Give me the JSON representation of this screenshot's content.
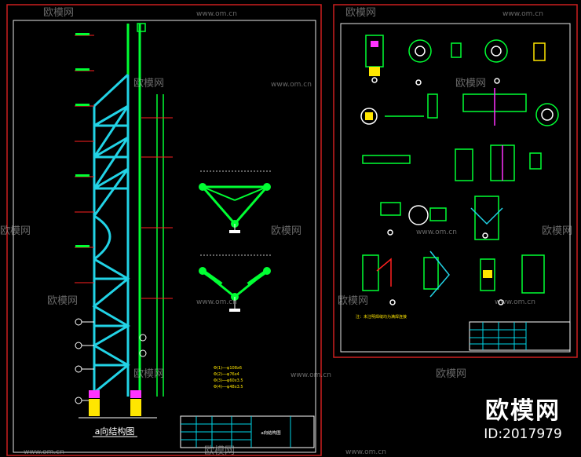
{
  "watermark": {
    "brand": "欧模网",
    "url": "www.om.cn",
    "id_text": "ID:2017979"
  },
  "left_sheet": {
    "caption": "a向结构图",
    "title_block_label": "a向结构图",
    "notes": [
      "Φ(1)──φ108x6",
      "Φ(2)──φ76x4",
      "Φ(3)──φ60x3.5",
      "Φ(4)──φ48x3.5"
    ]
  },
  "right_sheet": {
    "note": "注：未注明焊缝均为满焊连接"
  },
  "colors": {
    "background": "#000000",
    "frame": "#cc1f1f",
    "sheet_border": "#e8e8e8",
    "mast": "#00ff33",
    "lattice": "#22d3e6",
    "joints": "#ff33ff",
    "base": "#ffe600",
    "annotation": "#ff2020",
    "watermark": "#bdbdbd"
  }
}
